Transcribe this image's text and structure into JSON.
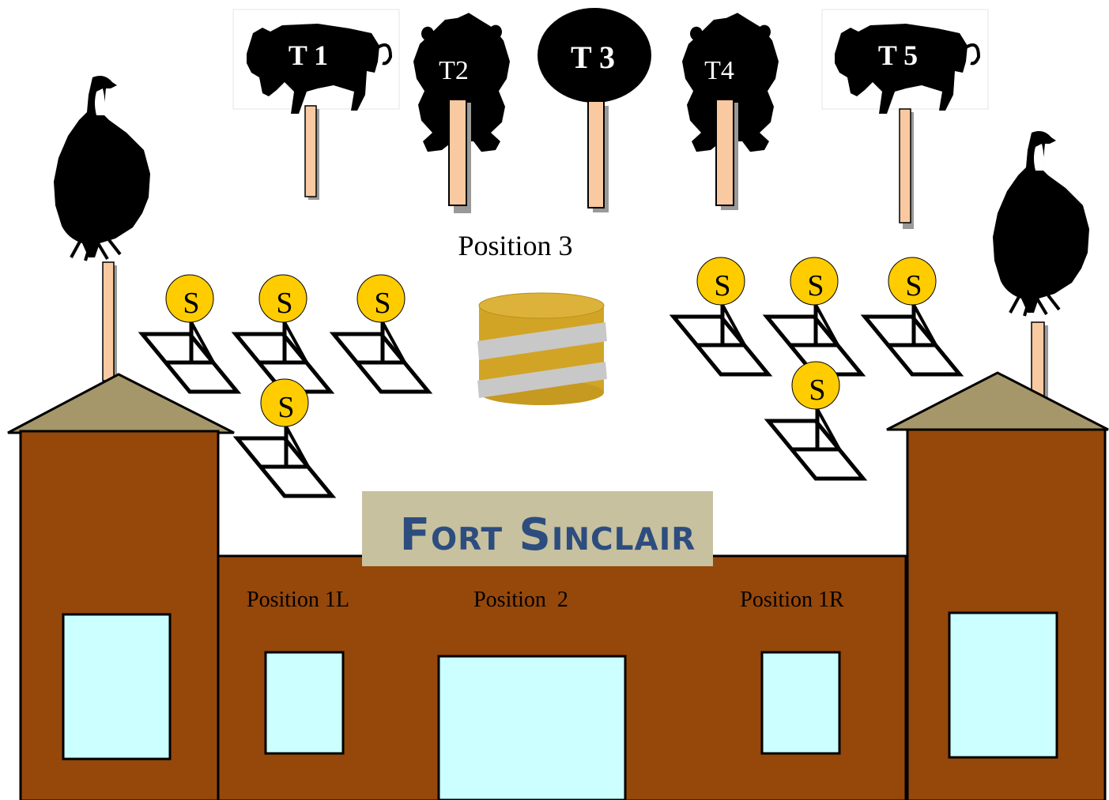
{
  "targets": [
    {
      "id": "T1",
      "label": "T 1",
      "shape": "buffalo"
    },
    {
      "id": "T2",
      "label": "T2",
      "shape": "bear"
    },
    {
      "id": "T3",
      "label": "T 3",
      "shape": "oval"
    },
    {
      "id": "T4",
      "label": "T4",
      "shape": "bear"
    },
    {
      "id": "T5",
      "label": "T 5",
      "shape": "buffalo"
    }
  ],
  "positions": {
    "p3": "Position 3",
    "p1l": "Position 1L",
    "p2": "Position  2",
    "p1r": "Position 1R"
  },
  "sign": "Fort Sinclair",
  "steel_label": "S",
  "colors": {
    "building": "#96470a",
    "window": "#ccffff",
    "roof": "#a59769",
    "sign_bg": "#c7c19f",
    "sign_text": "#2d4d7e",
    "steel": "#ffcc00",
    "post": "#f9c9a1",
    "barrel": "#d2a426",
    "barrel_band": "#c8c8c8"
  },
  "icons": [
    "vulture-icon",
    "buffalo-icon",
    "bear-icon",
    "steel-plate-icon",
    "barrel-icon"
  ]
}
